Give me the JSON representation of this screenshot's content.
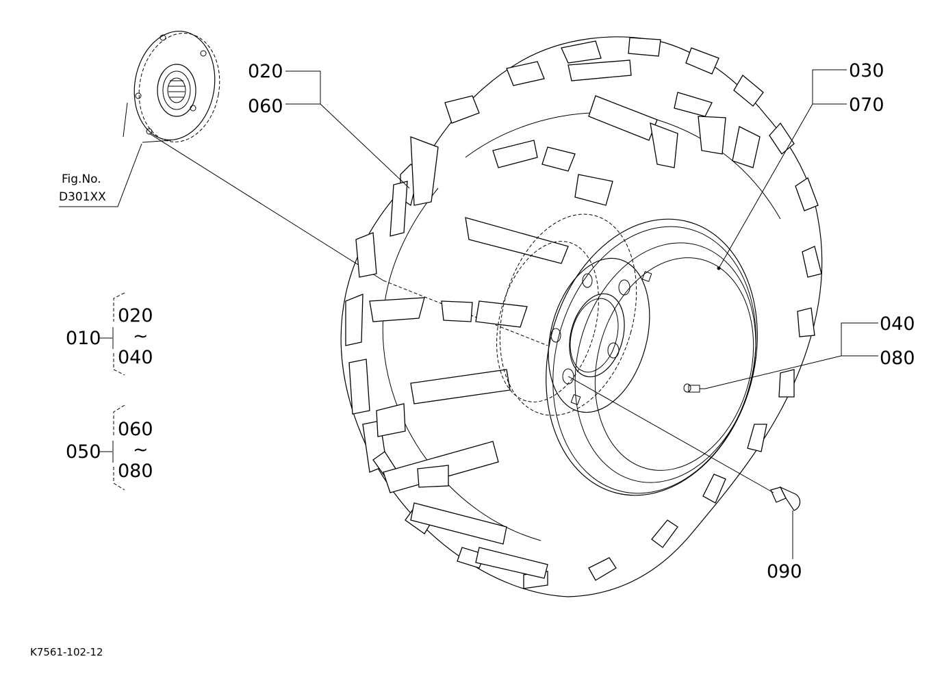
{
  "figure": {
    "reference_caption": "Fig.No.",
    "reference_code": "D301XX",
    "drawing_number": "K7561-102-12"
  },
  "callouts": {
    "c020": "020",
    "c060": "060",
    "c030": "030",
    "c070": "070",
    "c040": "040",
    "c080": "080",
    "c090": "090"
  },
  "assemblies": [
    {
      "code": "010",
      "from": "020",
      "tilde": "~",
      "to": "040"
    },
    {
      "code": "050",
      "from": "060",
      "tilde": "~",
      "to": "080"
    }
  ]
}
